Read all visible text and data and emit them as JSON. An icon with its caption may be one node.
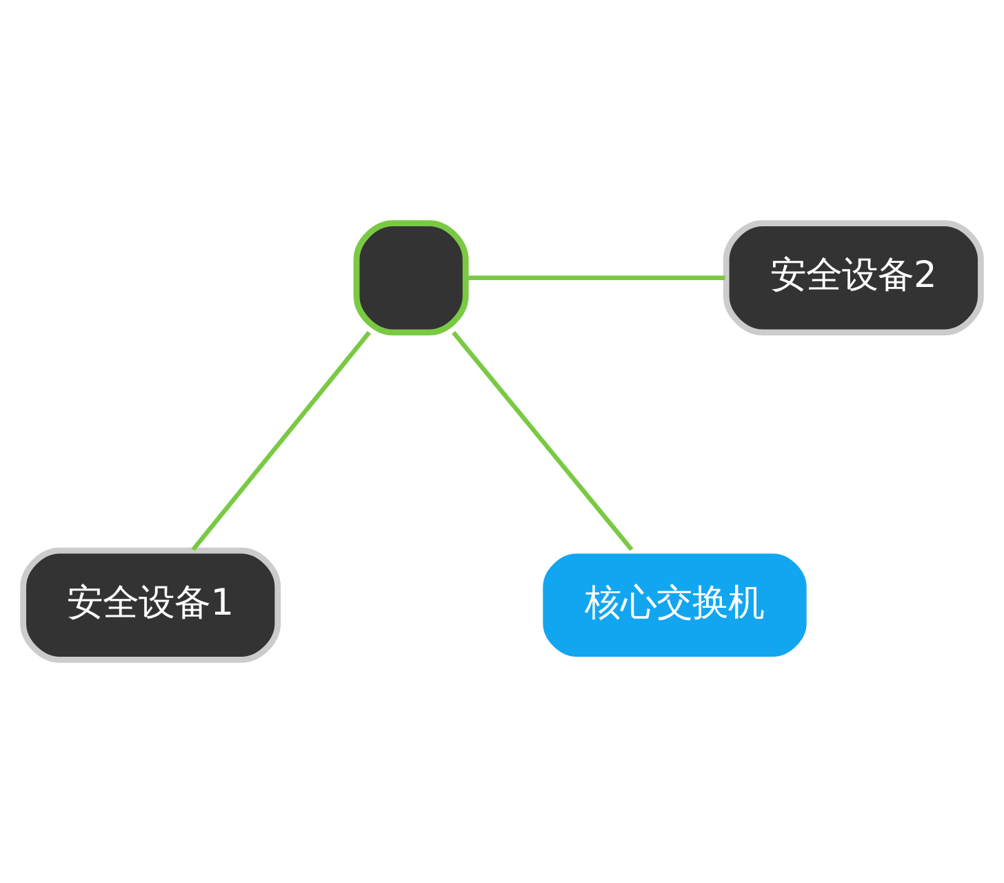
{
  "diagram": {
    "nodes": [
      {
        "text": [
          "安全设备1"
        ]
      },
      {
        "text": [],
        "shape": "box"
      },
      {
        "text": [
          "安全设备2"
        ]
      },
      {
        "text": [
          "核心交换机"
        ]
      }
    ],
    "edges": [
      {
        "from": 1,
        "to": 0,
        "arrow": "none"
      },
      {
        "from": 1,
        "to": 2,
        "arrow": "none"
      },
      {
        "from": 1,
        "to": 3,
        "arrow": "none"
      }
    ]
  }
}
